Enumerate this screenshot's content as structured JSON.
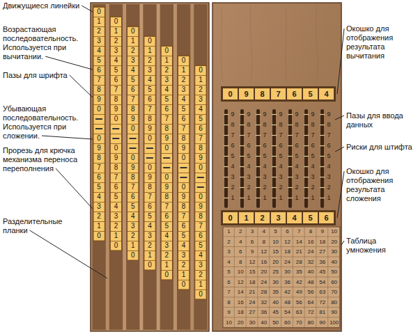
{
  "diagram": {
    "labels": [
      "Движущиеся линейки",
      "Возрастающая последовательность. Используется при вычитании.",
      "Пазы для шрифта",
      "Убывающая последовательность. Используется при сложении.",
      "Прорезь для крючка механизма переноса переполнения",
      "Разделительные планки",
      "Окошко для отображения результата вычитания",
      "Пазы для ввода данных",
      "Риски для штифта",
      "Окошко для отображения результата сложения",
      "Таблица умножения",
      "0",
      "1",
      "2",
      "3",
      "4",
      "5",
      "6",
      "7",
      "8",
      "9",
      "0",
      "0",
      "9",
      "8",
      "7",
      "6",
      "5",
      "4",
      "3",
      "2",
      "1",
      "0",
      "0",
      "1",
      "2",
      "3",
      "4",
      "5",
      "6",
      "7",
      "8",
      "9",
      "0",
      "0",
      "9",
      "8",
      "7",
      "6",
      "5",
      "4",
      "3",
      "2",
      "1",
      "0",
      "0",
      "1",
      "2",
      "3",
      "4",
      "5",
      "6",
      "7",
      "8",
      "9",
      "0",
      "0",
      "9",
      "8",
      "7",
      "6",
      "5",
      "4",
      "3",
      "2",
      "1",
      "0",
      "0",
      "1",
      "2",
      "3",
      "4",
      "5",
      "6",
      "7",
      "8",
      "9",
      "0",
      "0",
      "9",
      "8",
      "7",
      "6",
      "5",
      "4",
      "3",
      "2",
      "1",
      "0",
      "0",
      "1",
      "2",
      "3",
      "4",
      "5",
      "6",
      "7",
      "8",
      "9",
      "0",
      "0",
      "9",
      "8",
      "7",
      "6",
      "5",
      "4",
      "3",
      "2",
      "1",
      "0",
      "0",
      "1",
      "2",
      "3",
      "4",
      "5",
      "6",
      "7",
      "8",
      "9",
      "0",
      "0",
      "9",
      "8",
      "7",
      "6",
      "5",
      "4",
      "3",
      "2",
      "1",
      "0",
      "0",
      "1",
      "2",
      "3",
      "4",
      "5",
      "6",
      "7",
      "8",
      "9",
      "0",
      "0",
      "9",
      "8",
      "7",
      "6",
      "5",
      "4",
      "3",
      "2",
      "1",
      "0",
      "0",
      "9",
      "8",
      "7",
      "6",
      "5",
      "4",
      "9",
      "8",
      "7",
      "6",
      "5",
      "4",
      "3",
      "2",
      "1",
      "9",
      "8",
      "7",
      "6",
      "5",
      "4",
      "3",
      "2",
      "1",
      "9",
      "8",
      "7",
      "6",
      "5",
      "4",
      "3",
      "2",
      "1",
      "9",
      "8",
      "7",
      "6",
      "5",
      "4",
      "3",
      "2",
      "1",
      "9",
      "8",
      "7",
      "6",
      "5",
      "4",
      "3",
      "2",
      "1",
      "9",
      "8",
      "7",
      "6",
      "5",
      "4",
      "3",
      "2",
      "1",
      "9",
      "8",
      "7",
      "6",
      "5",
      "4",
      "3",
      "2",
      "1",
      "0",
      "1",
      "2",
      "3",
      "4",
      "5",
      "6",
      "1",
      "2",
      "3",
      "4",
      "5",
      "6",
      "7",
      "8",
      "9",
      "10",
      "2",
      "4",
      "6",
      "8",
      "10",
      "12",
      "14",
      "16",
      "18",
      "20",
      "3",
      "6",
      "9",
      "12",
      "15",
      "18",
      "21",
      "24",
      "27",
      "30",
      "4",
      "8",
      "12",
      "16",
      "20",
      "24",
      "28",
      "32",
      "36",
      "40",
      "5",
      "10",
      "15",
      "20",
      "25",
      "30",
      "35",
      "40",
      "45",
      "50",
      "6",
      "12",
      "18",
      "24",
      "30",
      "36",
      "42",
      "48",
      "54",
      "60",
      "7",
      "14",
      "21",
      "28",
      "35",
      "42",
      "49",
      "56",
      "63",
      "70",
      "8",
      "16",
      "24",
      "32",
      "40",
      "48",
      "56",
      "64",
      "72",
      "80",
      "9",
      "18",
      "27",
      "36",
      "45",
      "54",
      "63",
      "72",
      "81",
      "90",
      "10",
      "20",
      "30",
      "40",
      "50",
      "60",
      "70",
      "80",
      "90",
      "100"
    ]
  }
}
